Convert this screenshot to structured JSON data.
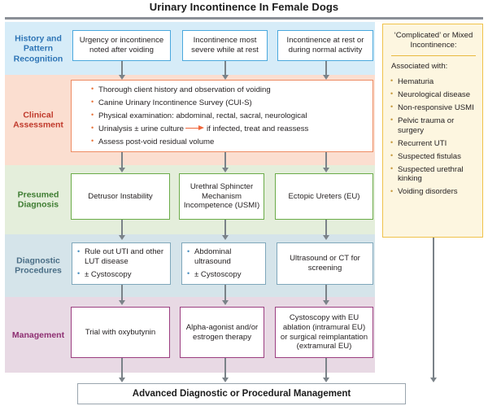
{
  "title": "Urinary Incontinence In Female Dogs",
  "bands": [
    {
      "id": "history",
      "label": "History and Pattern Recognition",
      "color": "#d6ecf8",
      "label_color": "#2e75b6"
    },
    {
      "id": "clinical",
      "label": "Clinical Assessment",
      "color": "#fbded0",
      "label_color": "#c0392b"
    },
    {
      "id": "presumed",
      "label": "Presumed Diagnosis",
      "color": "#e4eedb",
      "label_color": "#3e7d32"
    },
    {
      "id": "diagnostic",
      "label": "Diagnostic Procedures",
      "color": "#d5e4ea",
      "label_color": "#4a6e86"
    },
    {
      "id": "management",
      "label": "Management",
      "color": "#e8d9e4",
      "label_color": "#8e2f72"
    }
  ],
  "history_boxes": [
    {
      "text": "Urgency or incontinence noted after voiding"
    },
    {
      "text": "Incontinence most severe while at rest"
    },
    {
      "text": "Incontinence at rest or during normal activity"
    }
  ],
  "clinical_box": {
    "bullets": [
      {
        "text": "Thorough client history and observation of voiding"
      },
      {
        "text": "Canine Urinary Incontinence Survey (CUI-S)"
      },
      {
        "text": "Physical examination: abdominal, rectal, sacral, neurological"
      },
      {
        "text_before": "Urinalysis ± urine culture",
        "arrow": "right-arrow-icon",
        "text_after": "if infected, treat and reassess"
      },
      {
        "text": "Assess post-void residual volume"
      }
    ]
  },
  "presumed_boxes": [
    {
      "text": "Detrusor Instability"
    },
    {
      "text": "Urethral Sphincter Mechanism Incompetence (USMI)"
    },
    {
      "text": "Ectopic Ureters (EU)"
    }
  ],
  "diagnostic_boxes": [
    {
      "bullets": [
        "Rule out UTI and other LUT disease",
        "± Cystoscopy"
      ]
    },
    {
      "bullets": [
        "Abdominal ultrasound",
        "± Cystoscopy"
      ]
    },
    {
      "text": "Ultrasound or CT for screening"
    }
  ],
  "management_boxes": [
    {
      "text": "Trial with oxybutynin"
    },
    {
      "text": "Alpha-agonist and/or estrogen therapy"
    },
    {
      "text": "Cystoscopy with EU ablation (intramural EU) or surgical reimplantation (extramural EU)"
    }
  ],
  "side_panel": {
    "title": "‘Complicated’ or Mixed Incontinence:",
    "subtitle": "Associated with:",
    "items": [
      "Hematuria",
      "Neurological disease",
      "Non-responsive USMI",
      "Pelvic trauma or surgery",
      "Recurrent UTI",
      "Suspected fistulas",
      "Suspected urethral kinking",
      "Voiding disorders"
    ],
    "border_color": "#f0c24a",
    "background_color": "#fdf6e0"
  },
  "footer": {
    "text": "Advanced Diagnostic or Procedural Management"
  }
}
